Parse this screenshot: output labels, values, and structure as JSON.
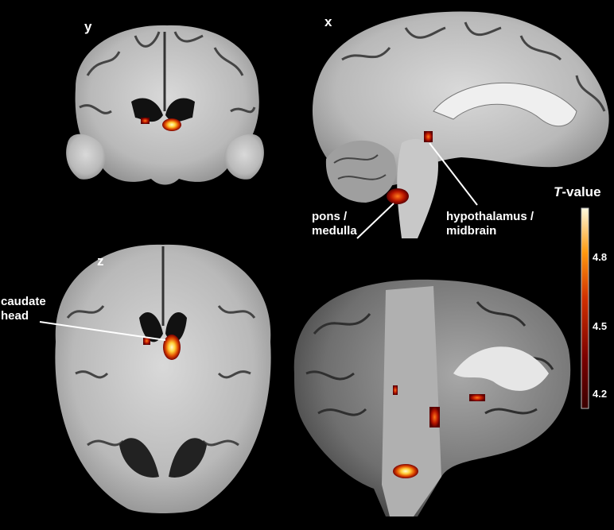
{
  "views": {
    "coronal": "y",
    "sagittal": "x",
    "axial": "z"
  },
  "annotations": {
    "pons": "pons /\nmedulla",
    "hypothalamus": "hypothalamus /\nmidbrain",
    "caudate": "caudate\nhead"
  },
  "colorbar": {
    "title_italic": "T",
    "title_rest": "-value",
    "ticks": [
      "4.8",
      "4.5",
      "4.2"
    ],
    "colors": {
      "low": "#5a0000",
      "mid": "#d23c00",
      "high": "#fff6c8"
    }
  }
}
